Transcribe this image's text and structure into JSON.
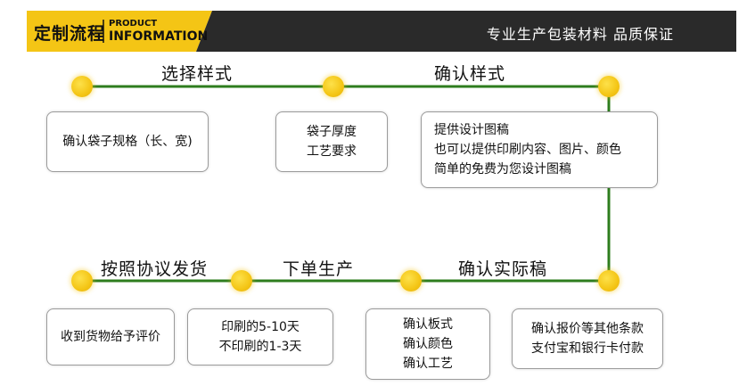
{
  "header": {
    "title": "定制流程",
    "subtitle_top": "PRODUCT",
    "subtitle_bottom": "INFORMATION",
    "slogan": "专业生产包装材料   品质保证",
    "colors": {
      "accent": "#f4c515",
      "bar": "#2a2a2a",
      "line": "#2e7d1e"
    }
  },
  "stages": [
    "选择样式",
    "确认样式",
    "按照协议发货",
    "下单生产",
    "确认实际稿"
  ],
  "boxes": [
    {
      "lines": [
        "确认袋子规格（长、宽)"
      ]
    },
    {
      "lines": [
        "袋子厚度",
        "工艺要求"
      ]
    },
    {
      "lines": [
        "提供设计图稿",
        "也可以提供印刷内容、图片、颜色",
        "简单的免费为您设计图稿"
      ]
    },
    {
      "lines": [
        "收到货物给予评价"
      ]
    },
    {
      "lines": [
        "印刷的5-10天",
        "不印刷的1-3天"
      ]
    },
    {
      "lines": [
        "确认板式",
        "确认颜色",
        "确认工艺"
      ]
    },
    {
      "lines": [
        "确认报价等其他条款",
        "支付宝和银行卡付款"
      ]
    }
  ]
}
